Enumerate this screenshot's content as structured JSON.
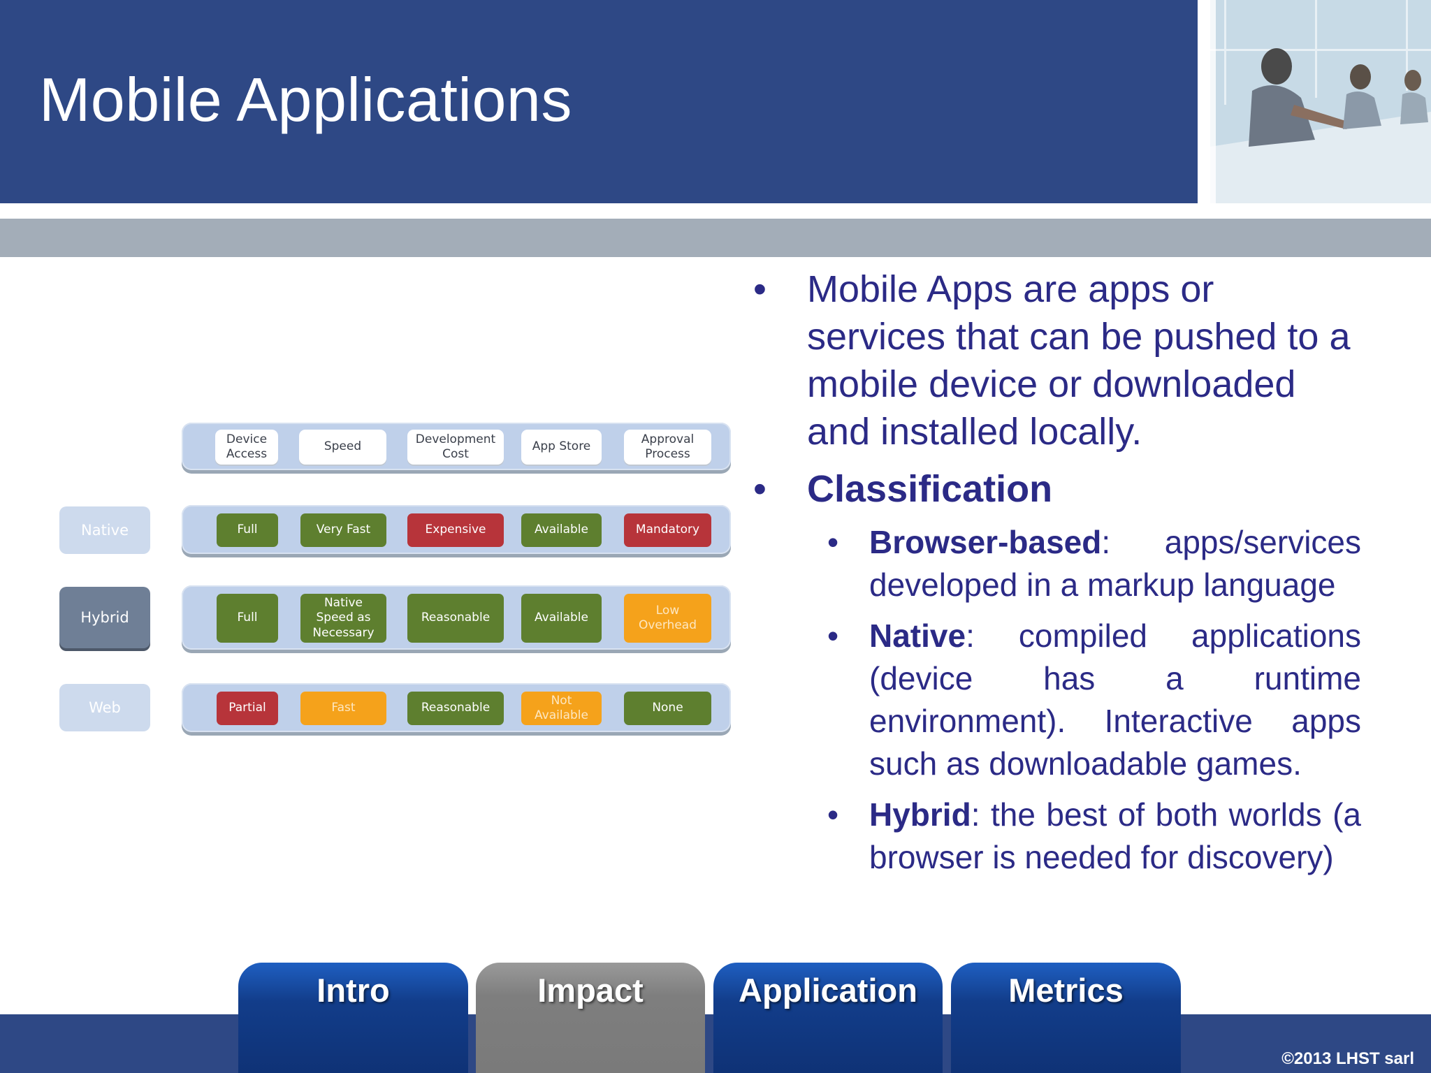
{
  "title": "Mobile Applications",
  "diagram": {
    "headers": [
      "Device\nAccess",
      "Speed",
      "Development\nCost",
      "App Store",
      "Approval\nProcess"
    ],
    "rows": [
      {
        "label": "Native",
        "cells": [
          "Full",
          "Very Fast",
          "Expensive",
          "Available",
          "Mandatory"
        ]
      },
      {
        "label": "Hybrid",
        "cells": [
          "Full",
          "Native\nSpeed as\nNecessary",
          "Reasonable",
          "Available",
          "Low\nOverhead"
        ]
      },
      {
        "label": "Web",
        "cells": [
          "Partial",
          "Fast",
          "Reasonable",
          "Not\nAvailable",
          "None"
        ]
      }
    ],
    "colors": {
      "green": "#5e7f2f",
      "red": "#b7343a",
      "orange": "#f5a21b",
      "band": "#bfd0ea"
    }
  },
  "bullets": {
    "intro": "Mobile Apps are apps or services that can be pushed to a mobile device or downloaded and installed locally.",
    "classification": "Classification",
    "items": [
      {
        "term": "Browser-based",
        "text": ": apps/services developed in a markup language"
      },
      {
        "term": "Native",
        "text": ": compiled applications (device has a runtime environment). Interactive apps such as downloadable games."
      },
      {
        "term": "Hybrid",
        "text": ": the best of both worlds (a browser is needed for discovery)"
      }
    ]
  },
  "nav": {
    "tabs": [
      "Intro",
      "Impact",
      "Application",
      "Metrics"
    ],
    "active": "Impact"
  },
  "copyright": "©2013 LHST sarl"
}
